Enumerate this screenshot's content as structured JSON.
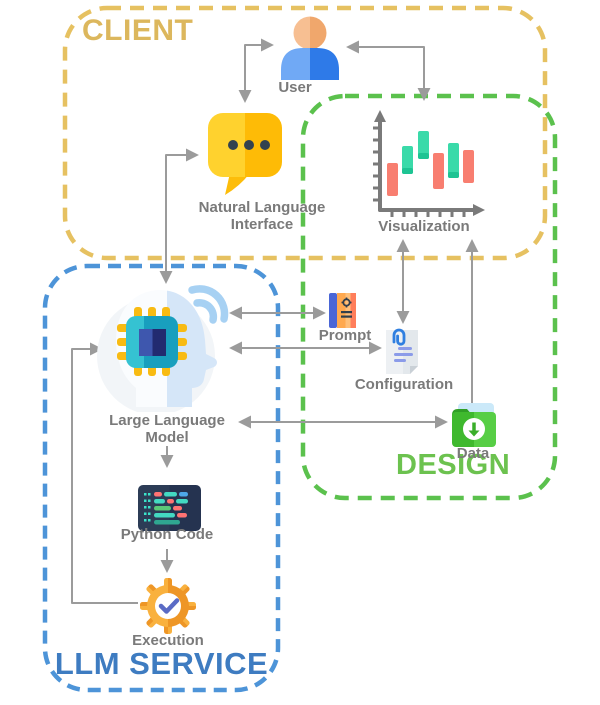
{
  "groups": {
    "client": {
      "label": "CLIENT",
      "border_color": "#e6c161",
      "label_color": "#dcb75d"
    },
    "design": {
      "label": "DESIGN",
      "border_color": "#5bc14d",
      "label_color": "#6cc24f"
    },
    "llm_service": {
      "label": "LLM SERVICE",
      "border_color": "#4d94d8",
      "label_color": "#3e7cc1"
    }
  },
  "nodes": {
    "user": {
      "label": "User",
      "icon": "person-icon"
    },
    "natural_language_interface": {
      "label": "Natural Language Interface",
      "icon": "chat-bubble-icon"
    },
    "visualization": {
      "label": "Visualization",
      "icon": "candlestick-chart-icon"
    },
    "large_language_model": {
      "label": "Large Language Model",
      "icon": "ai-head-chip-icon"
    },
    "prompt": {
      "label": "Prompt",
      "icon": "book-gear-icon"
    },
    "configuration": {
      "label": "Configuration",
      "icon": "document-paperclip-icon"
    },
    "data": {
      "label": "Data",
      "icon": "download-folder-icon"
    },
    "python_code": {
      "label": "Python Code",
      "icon": "code-editor-icon"
    },
    "execution": {
      "label": "Execution",
      "icon": "gear-check-icon"
    }
  },
  "connectors": [
    {
      "from": "user",
      "to": "natural_language_interface",
      "bidirectional": true
    },
    {
      "from": "user",
      "to": "visualization",
      "bidirectional": true
    },
    {
      "from": "natural_language_interface",
      "to": "large_language_model",
      "bidirectional": true
    },
    {
      "from": "large_language_model",
      "to": "prompt",
      "bidirectional": true
    },
    {
      "from": "large_language_model",
      "to": "configuration",
      "bidirectional": true
    },
    {
      "from": "visualization",
      "to": "configuration",
      "bidirectional": true
    },
    {
      "from": "data",
      "to": "visualization",
      "bidirectional": false
    },
    {
      "from": "large_language_model",
      "to": "data",
      "bidirectional": true
    },
    {
      "from": "large_language_model",
      "to": "python_code",
      "bidirectional": false
    },
    {
      "from": "python_code",
      "to": "execution",
      "bidirectional": false
    },
    {
      "from": "execution",
      "to": "large_language_model",
      "bidirectional": false
    }
  ],
  "colors": {
    "arrow": "#9b9b9b",
    "node_label": "#7a7a7a",
    "chart_red": "#f87e70",
    "chart_green": "#3adaa9"
  }
}
